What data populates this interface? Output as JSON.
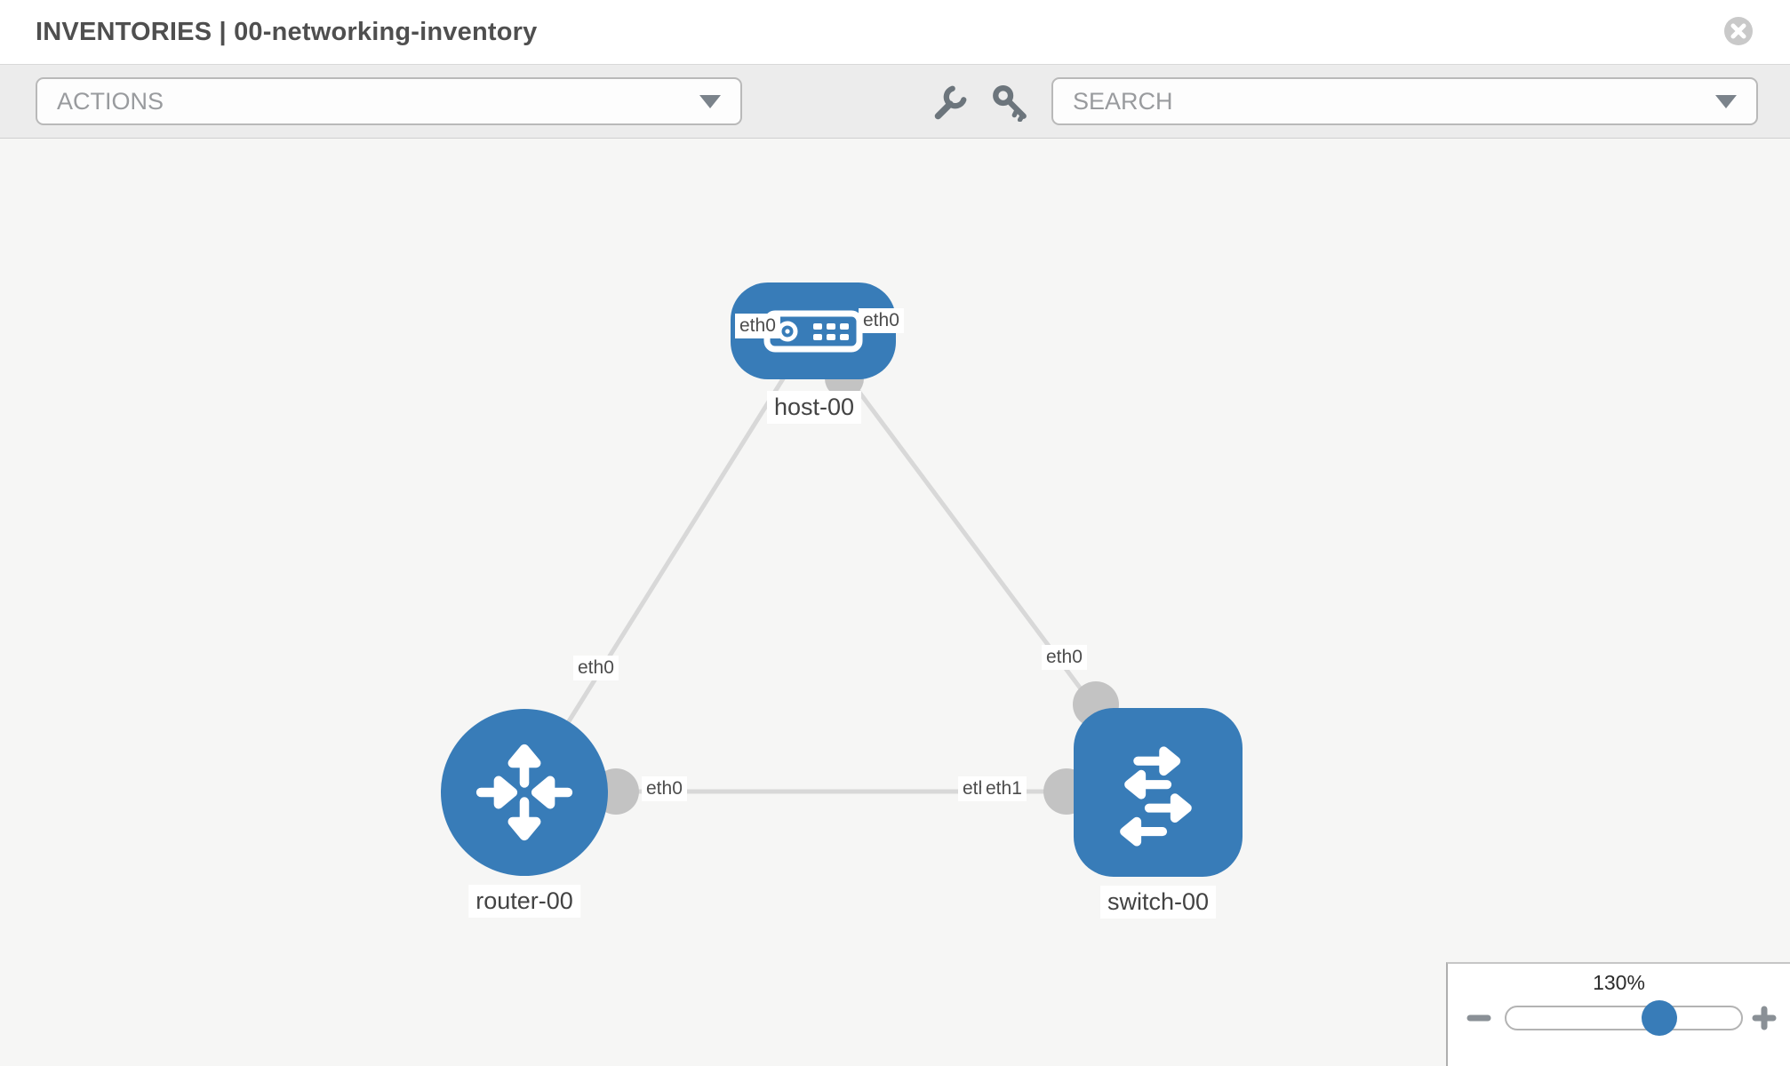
{
  "header": {
    "title": "INVENTORIES | 00-networking-inventory"
  },
  "toolbar": {
    "actions_label": "ACTIONS",
    "search_label": "SEARCH",
    "tool_icons": [
      "wrench",
      "key"
    ]
  },
  "topology": {
    "nodes": [
      {
        "label": "host-00",
        "type": "host"
      },
      {
        "label": "router-00",
        "type": "router"
      },
      {
        "label": "switch-00",
        "type": "switch"
      }
    ],
    "links": [
      {
        "from": "host-00",
        "from_if": "eth0",
        "to": "router-00",
        "to_if": "eth0"
      },
      {
        "from": "host-00",
        "from_if": "eth0",
        "to": "switch-00",
        "to_if": "eth0"
      },
      {
        "from": "router-00",
        "from_if": "eth0",
        "to": "switch-00",
        "to_if": "eth1"
      }
    ],
    "interface_labels": {
      "host_left": "eth0",
      "host_right": "eth0",
      "router_uplink": "eth0",
      "router_right": "eth0",
      "switch_top": "eth0",
      "switch_left_back": "eth0",
      "switch_left_front": "eth1"
    }
  },
  "zoom_control": {
    "label": "130%",
    "percent": 65
  },
  "colors": {
    "node_blue": "#387cb8",
    "link_gray": "#d8d8d8",
    "dot_gray": "#c3c3c3",
    "toolbar_bg": "#ececec",
    "canvas_bg": "#f6f6f5"
  }
}
